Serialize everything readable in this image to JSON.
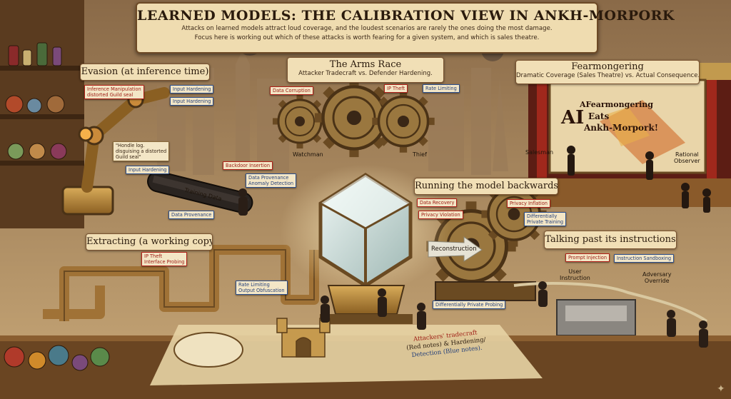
{
  "header": {
    "title": "LEARNED MODELS: THE CALIBRATION VIEW IN ANKH-MORPORK",
    "subtitle_line1": "Attacks on learned models attract loud coverage, and the loudest scenarios are rarely the ones doing the most damage.",
    "subtitle_line2": "Focus here is working out which of these attacks is worth fearing for a given system, and which is sales theatre."
  },
  "sections": {
    "evasion": {
      "title": "Evasion (at inference time)",
      "notes": {
        "inference_manipulation": "Inference Manipulation",
        "distorted_guild_seal": "distorted Guild seal",
        "input_hardening_1": "Input Hardening",
        "input_hardening_2": "Input Hardening",
        "input_hardening_3": "Input Hardening"
      },
      "paper_note_line1": "\"Hondle log.",
      "paper_note_line2": "disguising a distorted",
      "paper_note_line3": "Guild seal\""
    },
    "arms_race": {
      "title": "The Arms Race",
      "subtitle": "Attacker Tradecraft vs. Defender Hardening.",
      "notes": {
        "data_corruption": "Data Corruption",
        "ip_theft": "IP Theft",
        "rate_limiting": "Rate Limiting"
      },
      "watchman_label": "Watchman",
      "thief_label": "Thief"
    },
    "fearmongering": {
      "title": "Fearmongering",
      "subtitle": "Dramatic Coverage (Sales Theatre) vs. Actual Consequence.",
      "poster_top": "AFearmongering",
      "poster_ai": "AI",
      "poster_eats": "Eats",
      "poster_city": "Ankh-Morpork!",
      "salesman_label": "Salesman",
      "observer_label_1": "Rational",
      "observer_label_2": "Observer"
    },
    "training": {
      "backdoor_insertion": "Backdoor Insertion",
      "data_provenance_anomaly_1": "Data Provenance",
      "data_provenance_anomaly_2": "Anomaly Detection",
      "belt_label": "Training Data",
      "data_provenance": "Data Provenance"
    },
    "running_backwards": {
      "title": "Running the model backwards",
      "notes": {
        "data_recovery": "Data Recovery",
        "privacy_violation": "Privacy Violation",
        "privacy_inflation": "Privacy Inflation",
        "differentially_private_training_1": "Differentially",
        "differentially_private_training_2": "Private Training"
      },
      "reconstruction_label": "Reconstruction"
    },
    "extracting": {
      "title": "Extracting (a working copy)",
      "notes": {
        "ip_theft_1": "IP Theft",
        "ip_theft_2": "Interface Probing",
        "rate_limiting_1": "Rate Limiting",
        "rate_limiting_2": "Output Obfuscation",
        "differentially_private_probing": "Differentially Private Probing"
      }
    },
    "talking_past": {
      "title": "Talking past its instructions",
      "notes": {
        "prompt_injection": "Prompt Injection",
        "instruction_sandboxing": "Instruction Sandboxing"
      },
      "user_label_1": "User",
      "user_label_2": "Instruction",
      "adversary_label_1": "Adversary",
      "adversary_label_2": "Override"
    }
  },
  "legend": {
    "line1": "Attackers' tradecraft",
    "line2": "(Red notes) & Hardening/",
    "line3": "Detection (Blue notes)."
  },
  "colors": {
    "attacker_note": "#b21f17",
    "defender_note": "#2c4f8e",
    "parchment": "#efdcb0",
    "brass": "#b88a3e"
  }
}
